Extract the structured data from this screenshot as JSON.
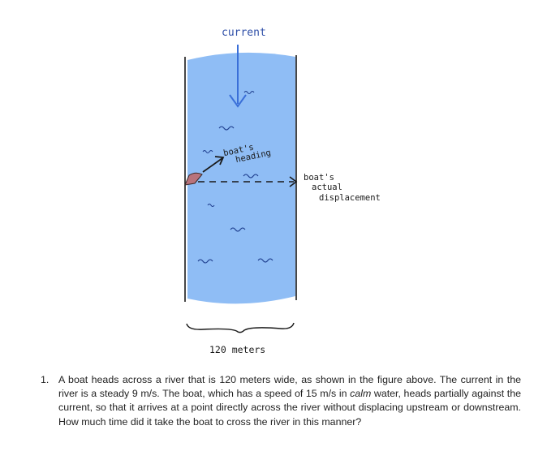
{
  "figure": {
    "current_label": "current",
    "heading_label_line1": "boat's",
    "heading_label_line2": "heading",
    "displacement_label_line1": "boat's",
    "displacement_label_line2": "actual",
    "displacement_label_line3": "displacement",
    "width_label": "120 meters",
    "colors": {
      "water": "#8fbdf5",
      "boat": "#b9737b",
      "current_arrow": "#3a6fd8",
      "ink": "#1a1a1a"
    }
  },
  "problem": {
    "number": "1.",
    "text_before_italic": "A boat heads across a river that is 120 meters wide, as shown in the figure above. The current in the river is a steady 9 m/s. The boat, which has a speed of 15 m/s in ",
    "italic_word": "calm",
    "text_after_italic": " water, heads partially against the current, so that it arrives at a point directly across the river without displacing upstream or downstream. How much time did it take the boat to cross the river in this manner?"
  }
}
